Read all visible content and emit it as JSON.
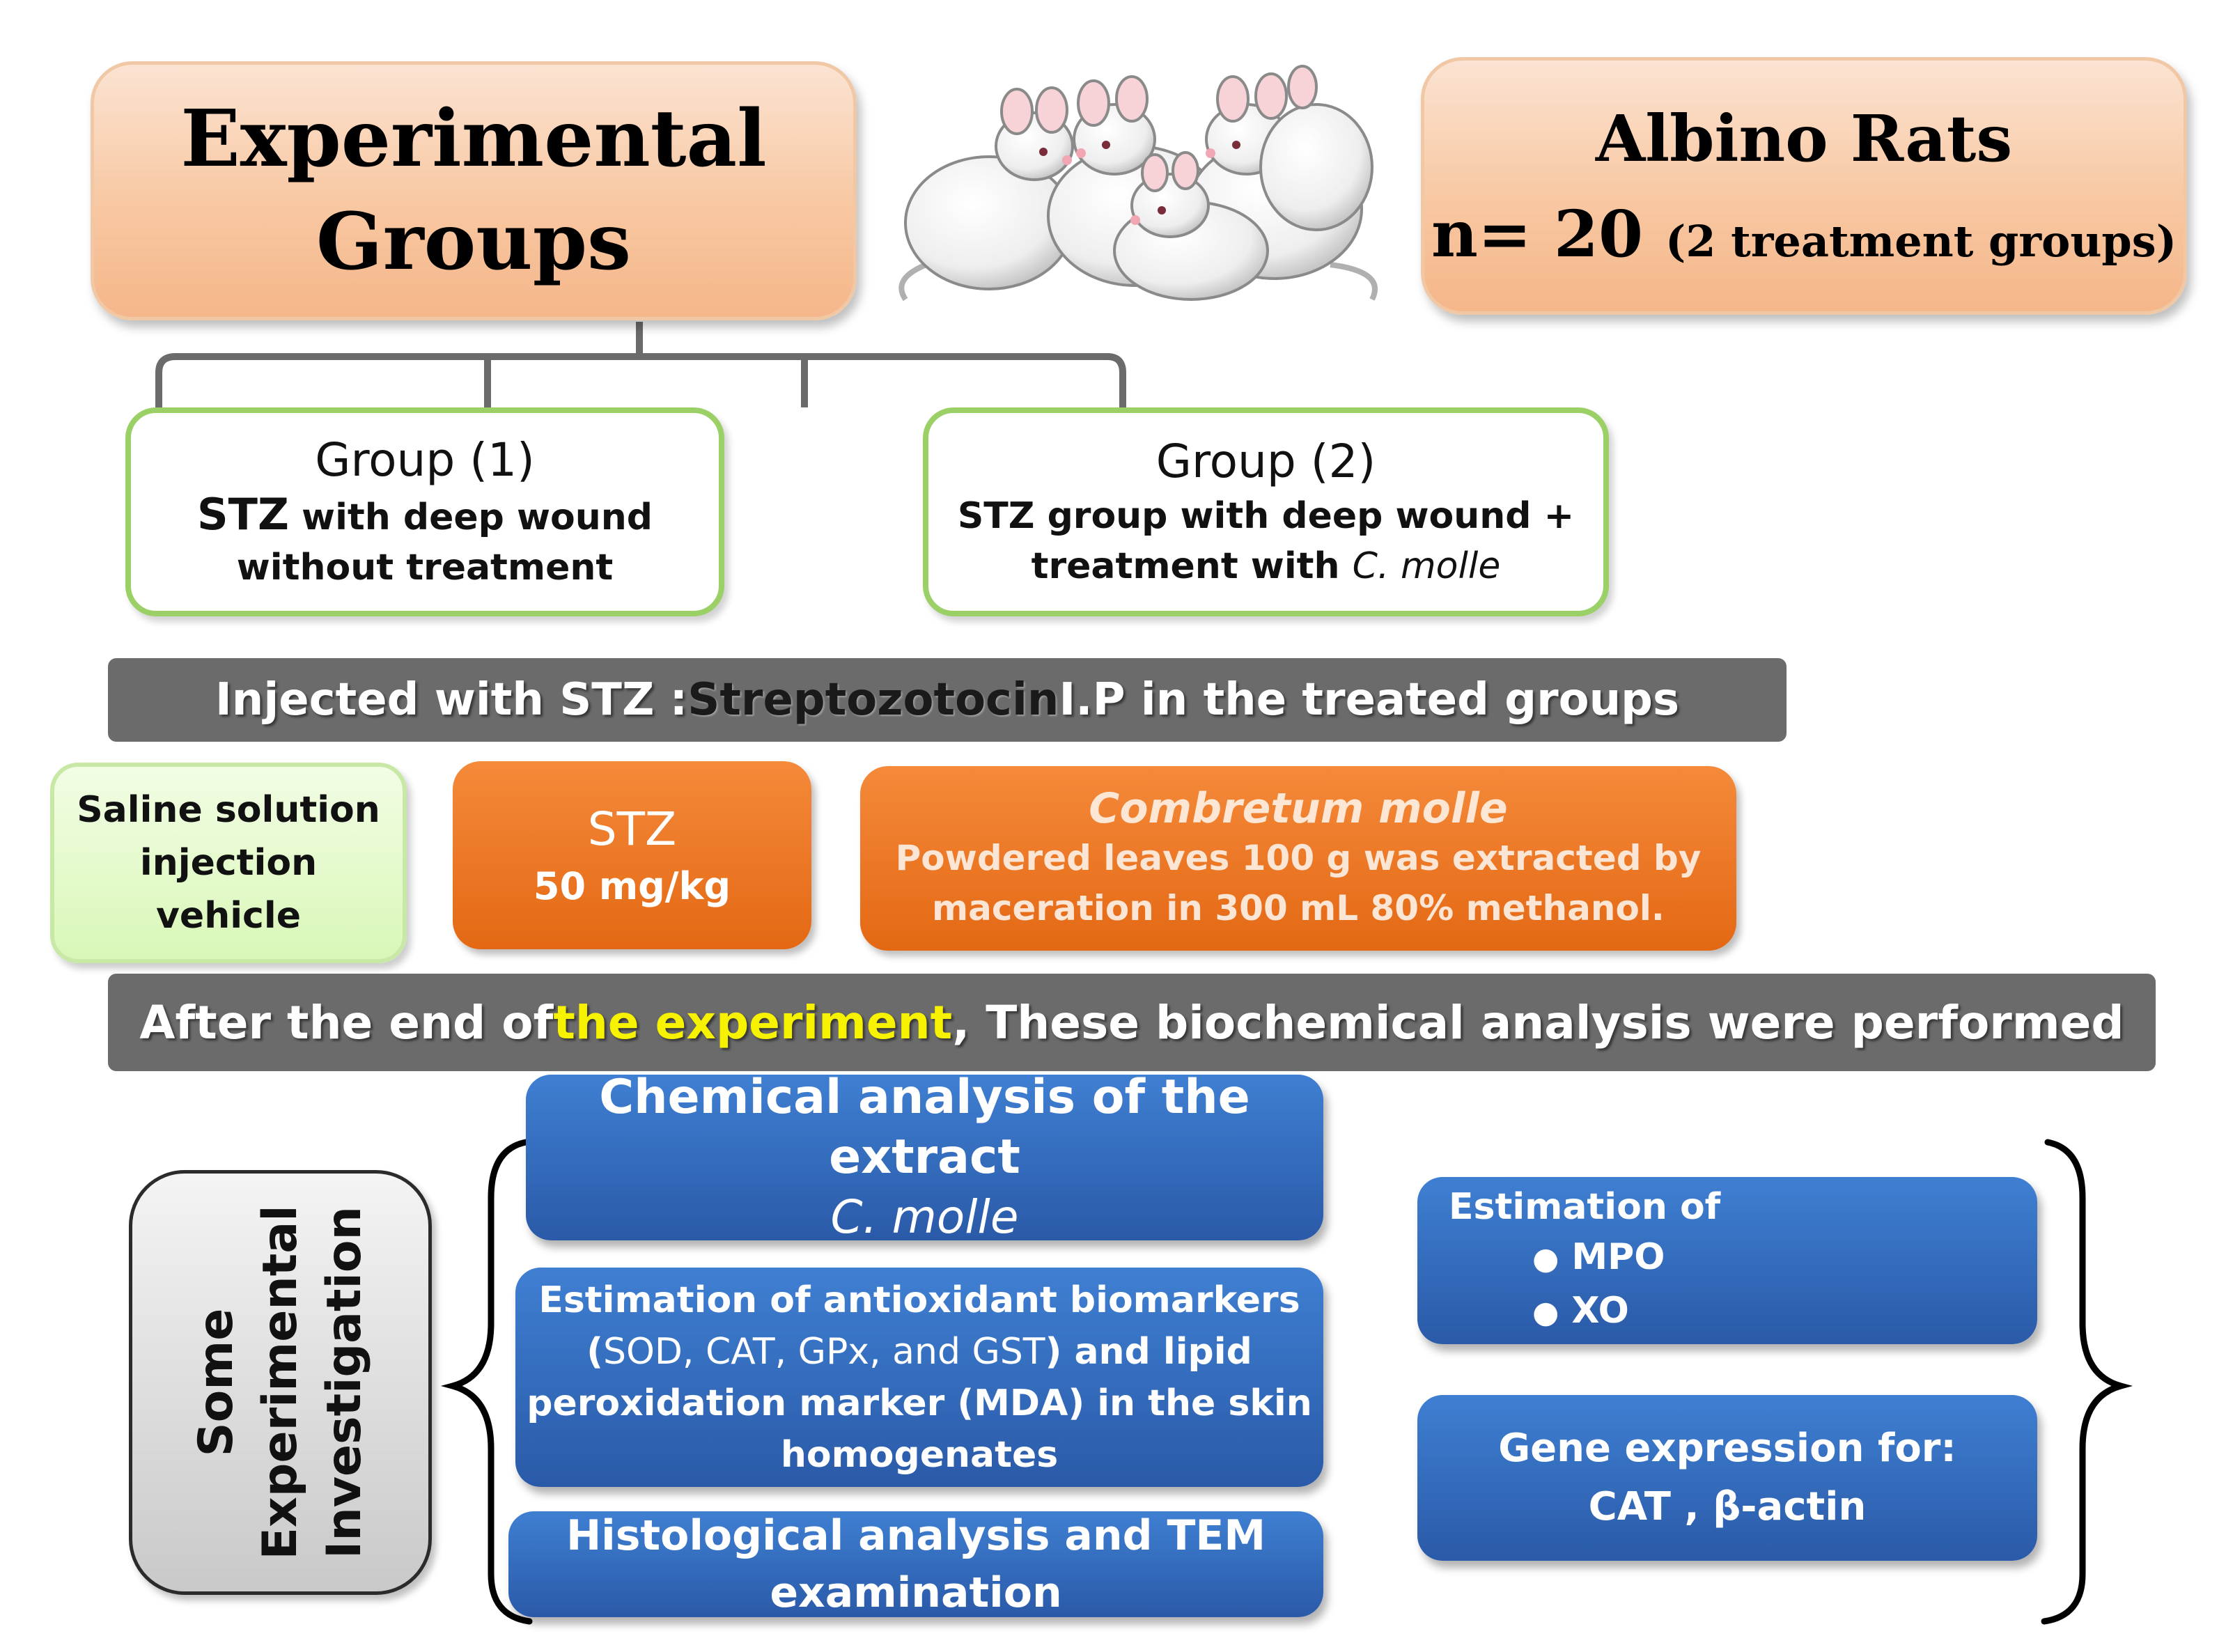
{
  "title": {
    "line1": "Experimental",
    "line2": "Groups"
  },
  "albino": {
    "title": "Albino Rats",
    "n_label": "n= 20",
    "n_note": "(2 treatment groups)"
  },
  "groups": [
    {
      "title": "Group (1)",
      "line1_a": "STZ",
      "line1_b": " with deep wound",
      "line2": "without treatment"
    },
    {
      "title": "Group (2)",
      "line1": "STZ group with deep wound +",
      "line2_a": "treatment with ",
      "line2_b": "C. molle"
    }
  ],
  "injection_bar": {
    "part1": "Injected  with STZ : ",
    "part2": "Streptozotocin",
    "part3": " I.P in  the treated groups"
  },
  "saline": {
    "line1": "Saline solution",
    "line2": "injection",
    "line3": "vehicle"
  },
  "stz": {
    "name": "STZ",
    "dose": "50 mg/kg"
  },
  "combretum": {
    "name": "Combretum   molle",
    "line1": "Powdered leaves 100 g  was extracted by",
    "line2": "maceration in 300 mL 80% methanol."
  },
  "analysis_bar": {
    "part1": "After the end of  ",
    "part2": "the experiment",
    "part3": " , These biochemical analysis were performed"
  },
  "investigation": {
    "line1": "Some",
    "line2": "Experimental",
    "line3": "Investigation"
  },
  "chemical": {
    "title": "Chemical analysis of the extract",
    "subtitle": "C. molle"
  },
  "antioxidant": {
    "line1": "Estimation of antioxidant  biomarkers",
    "line2_a": "(",
    "line2_b": "SOD, CAT, GPx, and GST",
    "line2_c": ") and lipid",
    "line3": "peroxidation marker (MDA) in the skin",
    "line4": "homogenates"
  },
  "histology": {
    "line1": "Histological  analysis   and TEM",
    "line2": "examination"
  },
  "estimation": {
    "title": "Estimation of",
    "items": [
      "MPO",
      "XO"
    ]
  },
  "gene": {
    "line1": "Gene expression  for:",
    "line2": "CAT , β-actin"
  },
  "colors": {
    "peach": "#f8c8a2",
    "green_border": "#9bd066",
    "gray_bar": "#6b6b6b",
    "orange": "#e46814",
    "blue": "#2a5aa8",
    "yellow_highlight": "#f7f200"
  }
}
